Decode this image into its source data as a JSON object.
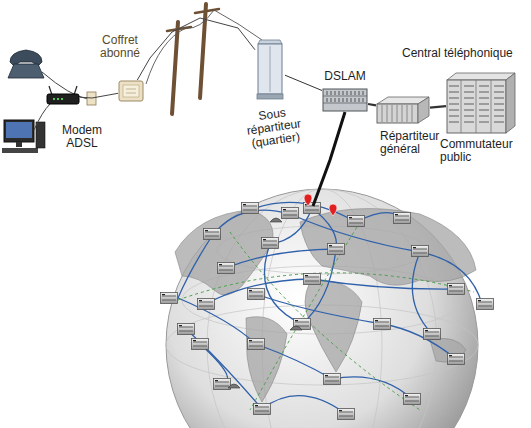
{
  "diagram": {
    "nodes": [
      {
        "text": [
          "Modem ADSL"
        ]
      },
      {
        "text": [
          "Coffret abonné"
        ]
      },
      {
        "text": [
          "Sous répartiteur (quartier)"
        ]
      },
      {
        "text": [
          "DSLAM"
        ]
      },
      {
        "text": [
          "Répartiteur général"
        ]
      },
      {
        "text": [
          "Commutateur public"
        ]
      }
    ],
    "edges": [
      {
        "from": 0,
        "to": 1,
        "arrow": "none"
      },
      {
        "from": 1,
        "to": 2,
        "arrow": "none"
      },
      {
        "from": 2,
        "to": 3,
        "arrow": "none"
      },
      {
        "from": 3,
        "to": 4,
        "arrow": "none"
      },
      {
        "from": 4,
        "to": 5,
        "arrow": "none"
      }
    ],
    "labels": [
      "Central téléphonique"
    ]
  }
}
